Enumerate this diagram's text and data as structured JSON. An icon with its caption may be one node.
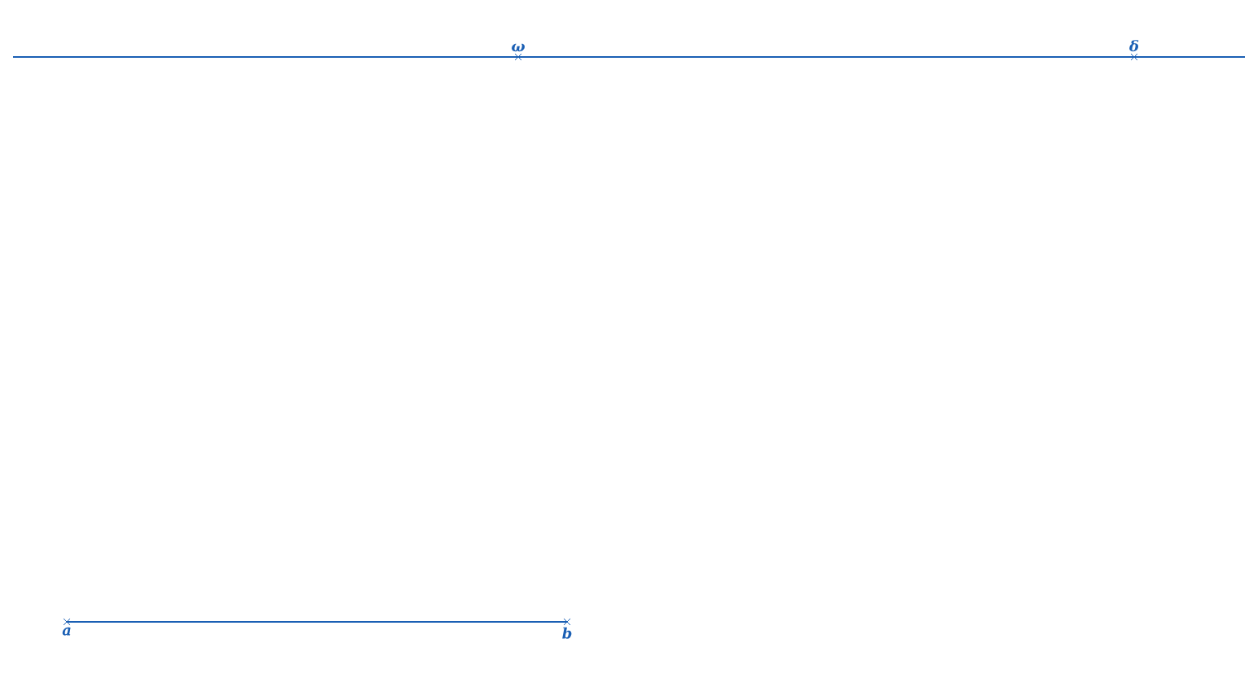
{
  "diagram": {
    "nodes": [
      {
        "text": [
          "ω"
        ]
      },
      {
        "text": [
          "δ"
        ]
      },
      {
        "text": [
          "a"
        ]
      },
      {
        "text": [
          "b"
        ]
      }
    ],
    "edges": [
      {
        "from": 0,
        "to": 1,
        "arrow": "none"
      },
      {
        "from": 2,
        "to": 3,
        "arrow": "none"
      }
    ]
  }
}
